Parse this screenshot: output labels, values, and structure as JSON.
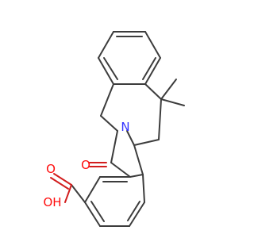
{
  "molecule": {
    "atoms": {
      "nitrogen": {
        "text": "N",
        "color": "#3333ff"
      },
      "carbonyl_oxygen": {
        "text": "O",
        "color": "#ff0d0d"
      },
      "hydroxyl": {
        "text": "OH",
        "color": "#ff0d0d"
      },
      "hydroxyl_oxygen": {
        "text": "O",
        "color": "#ff0d0d"
      }
    },
    "bond_color": "#3c3c3c"
  }
}
